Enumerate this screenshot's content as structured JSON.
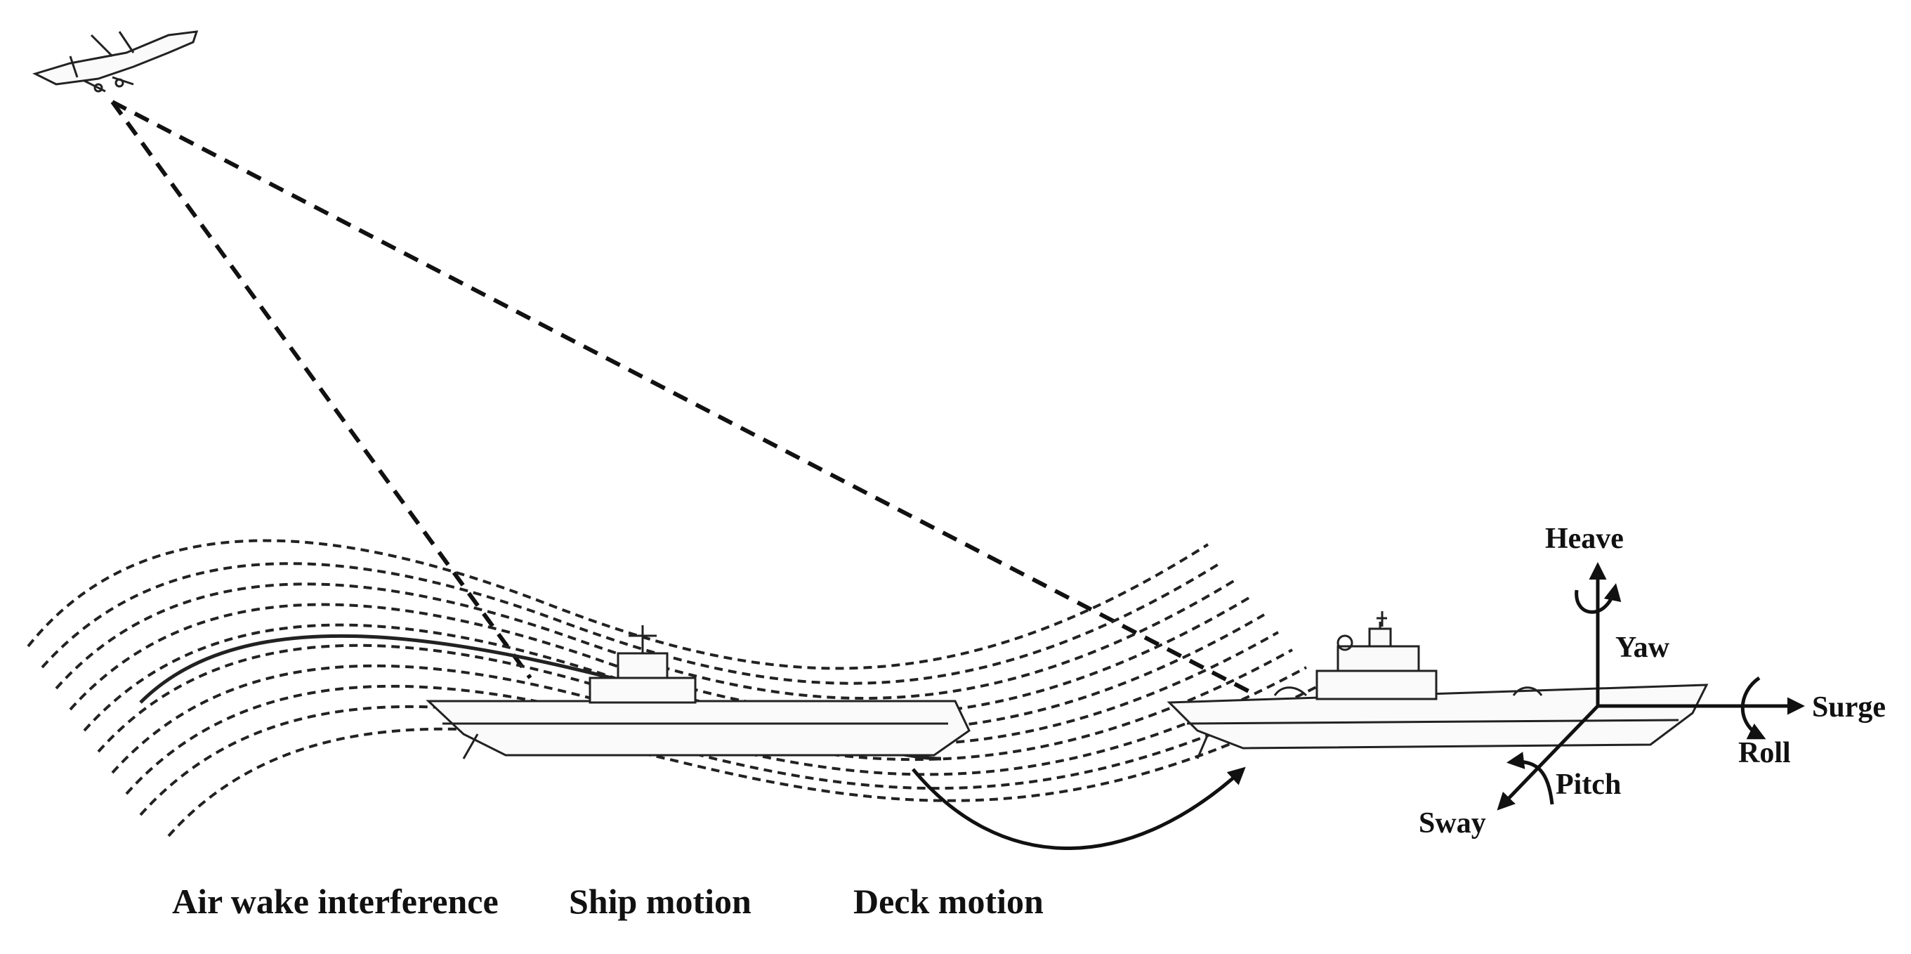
{
  "captions": {
    "air_wake": "Air wake interference",
    "ship_motion": "Ship motion",
    "deck_motion": "Deck motion"
  },
  "motion_axes": {
    "heave": "Heave",
    "yaw": "Yaw",
    "surge": "Surge",
    "roll": "Roll",
    "pitch": "Pitch",
    "sway": "Sway"
  },
  "icons": [
    "aircraft-icon",
    "carrier-icon"
  ]
}
